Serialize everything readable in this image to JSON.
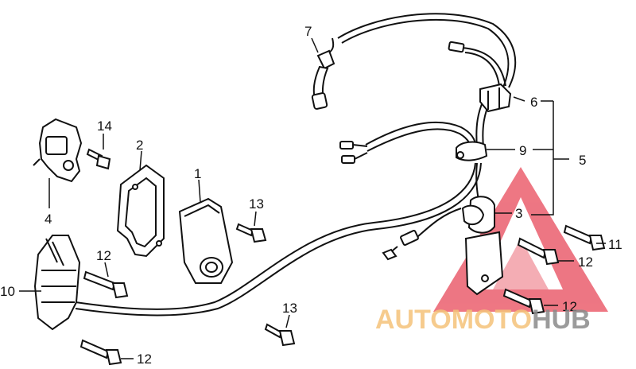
{
  "diagram": {
    "callouts": {
      "c1": "1",
      "c2": "2",
      "c3": "3",
      "c4": "4",
      "c5": "5",
      "c6": "6",
      "c7": "7",
      "c9": "9",
      "c10": "10",
      "c11": "11",
      "c12a": "12",
      "c12b": "12",
      "c12c": "12",
      "c12d": "12",
      "c13a": "13",
      "c13b": "13",
      "c14": "14"
    }
  },
  "watermark": {
    "brand_part1": "AUTOMOTO",
    "brand_part2": "HUB",
    "colors": {
      "triangle": "#e8495a",
      "part1": "#f5c37a",
      "part2": "#8a8a8a"
    }
  }
}
